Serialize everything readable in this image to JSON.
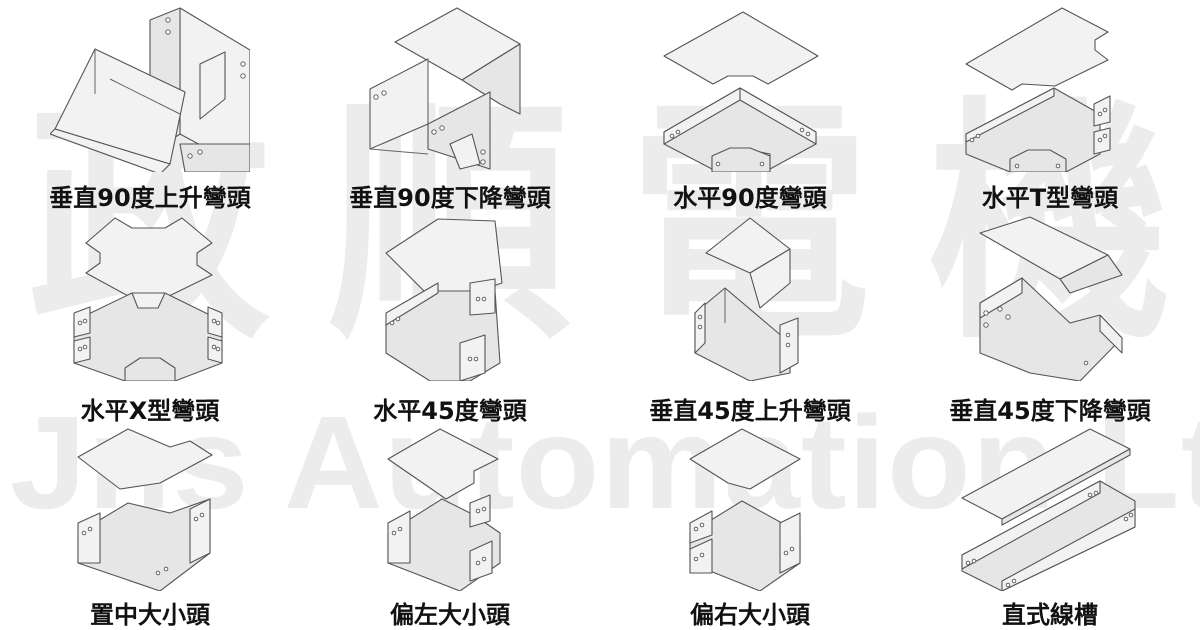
{
  "watermark": {
    "chinese": [
      "政",
      "順",
      "電",
      "機"
    ],
    "english": "Jns Automation Ltd.",
    "color": "#ececec"
  },
  "items": [
    {
      "label": "垂直90度上升彎頭",
      "icon": "vertical-90-up-bend-icon"
    },
    {
      "label": "垂直90度下降彎頭",
      "icon": "vertical-90-down-bend-icon"
    },
    {
      "label": "水平90度彎頭",
      "icon": "horizontal-90-bend-icon"
    },
    {
      "label": "水平T型彎頭",
      "icon": "horizontal-tee-icon"
    },
    {
      "label": "水平X型彎頭",
      "icon": "horizontal-cross-icon"
    },
    {
      "label": "水平45度彎頭",
      "icon": "horizontal-45-bend-icon"
    },
    {
      "label": "垂直45度上升彎頭",
      "icon": "vertical-45-up-bend-icon"
    },
    {
      "label": "垂直45度下降彎頭",
      "icon": "vertical-45-down-bend-icon"
    },
    {
      "label": "置中大小頭",
      "icon": "center-reducer-icon"
    },
    {
      "label": "偏左大小頭",
      "icon": "left-reducer-icon"
    },
    {
      "label": "偏右大小頭",
      "icon": "right-reducer-icon"
    },
    {
      "label": "直式線槽",
      "icon": "straight-tray-icon"
    }
  ],
  "colors": {
    "background": "#ffffff",
    "label": "#111111",
    "line": "#555555",
    "fill": "#f2f2f2"
  }
}
